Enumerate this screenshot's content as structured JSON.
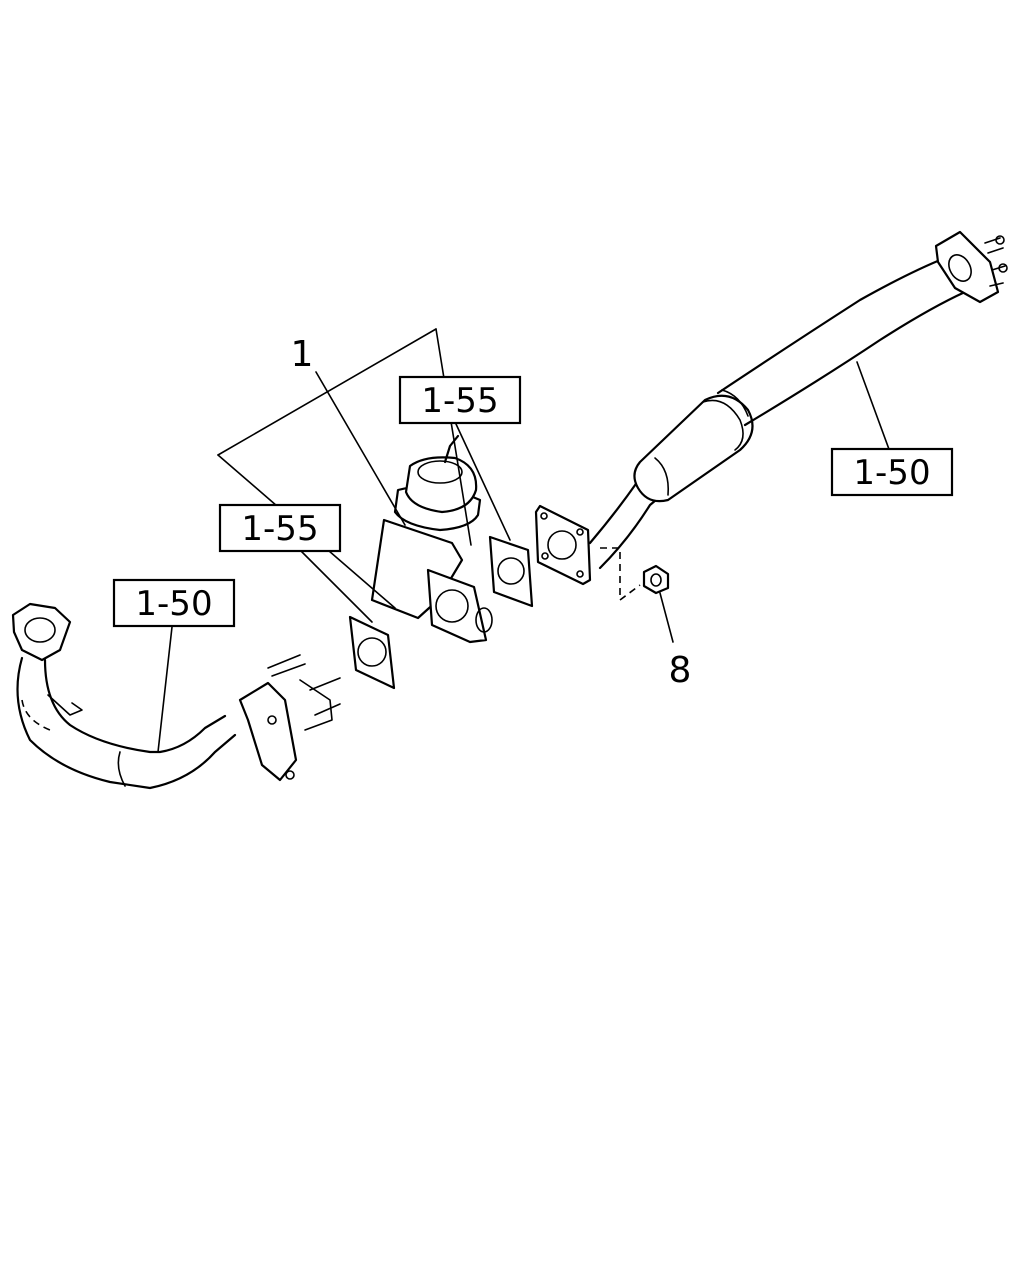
{
  "callouts": {
    "part_1": "1",
    "part_8": "8",
    "ref_gasket_upper": "1-55",
    "ref_gasket_lower": "1-55",
    "ref_pipe_left": "1-50",
    "ref_pipe_right": "1-50"
  }
}
